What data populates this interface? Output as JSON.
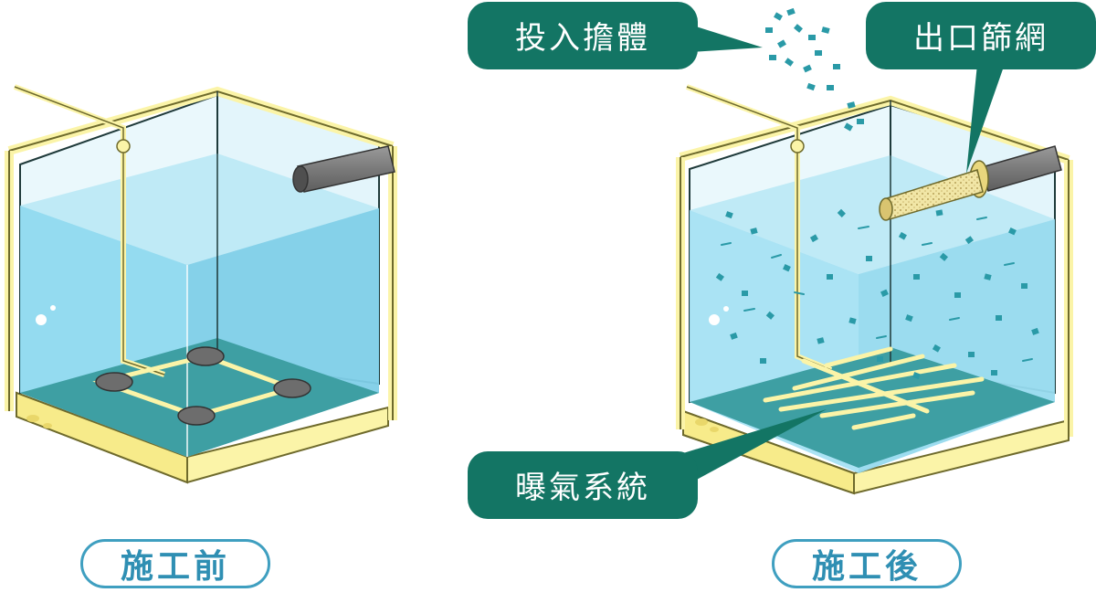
{
  "callouts": {
    "add_carrier": "投入擔體",
    "outlet_screen": "出口篩網",
    "aeration_system": "曝氣系統"
  },
  "captions": {
    "before": "施工前",
    "after": "施工後"
  },
  "colors": {
    "callout_bg": "#137564",
    "caption_border": "#3f9fc0",
    "caption_text": "#2f8fb3",
    "tank_frame": "#fbf4a8",
    "water": "#8fd9ef",
    "tank_floor": "#3e9fa3",
    "carrier_media": "#2a9aa7"
  }
}
